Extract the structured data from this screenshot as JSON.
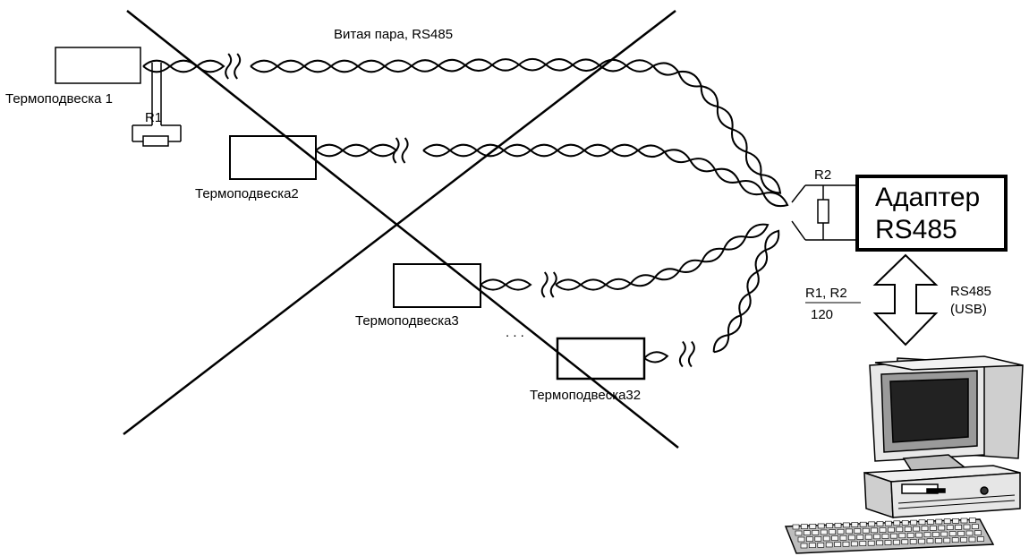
{
  "labels": {
    "cable": "Витая пара,  RS485",
    "sensor1": "Термоподвеска 1",
    "sensor2": "Термоподвеска2",
    "sensor3": "Термоподвеска3",
    "sensor32": "Термоподвеска32",
    "r1": "R1",
    "r2": "R2",
    "adapter_line1": "Адаптер",
    "adapter_line2": "RS485",
    "resistors_line1": "R1, R2",
    "resistors_line2": "120",
    "link_line1": "RS485",
    "link_line2": "(USB)",
    "ellipsis": ". . ."
  },
  "icons": {
    "cross": "cross-out-icon",
    "computer": "desktop-computer-icon",
    "arrow": "double-arrow-icon",
    "resistor": "resistor-icon"
  }
}
